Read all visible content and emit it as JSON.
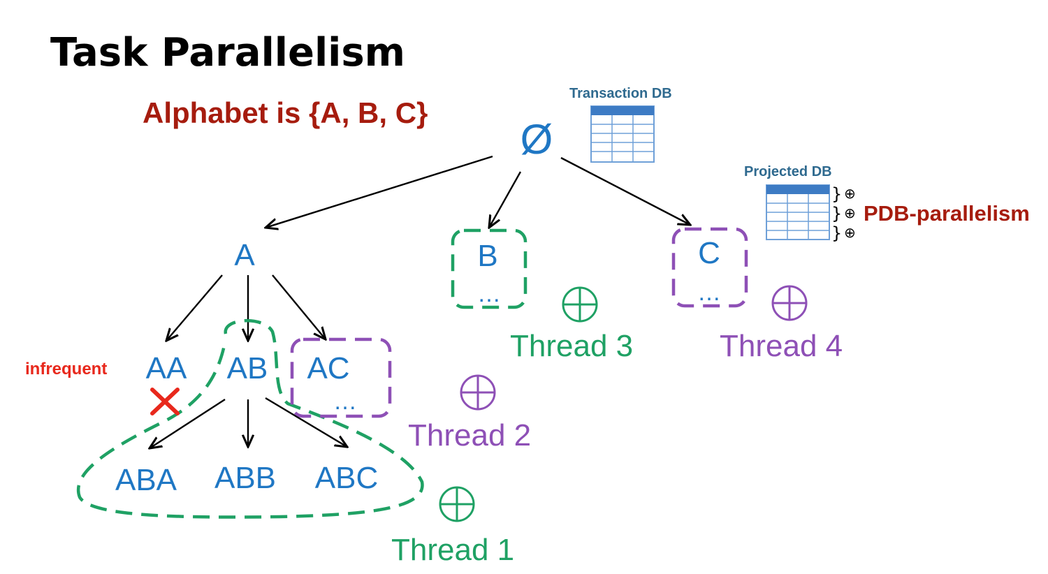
{
  "slide": {
    "title": "Task Parallelism",
    "subtitle": "Alphabet is {A, B, C}"
  },
  "colors": {
    "title": "#000000",
    "subtitle": "#a61c0e",
    "node": "#1f77c4",
    "green": "#1fa164",
    "purple": "#8e50b6",
    "red": "#e8281c",
    "db_header": "#3d7bc4",
    "db_grid": "#6fa0d8",
    "db_label": "#2f6a8f"
  },
  "tree": {
    "root": "Ø",
    "level1": [
      "A",
      "B",
      "C"
    ],
    "level2": [
      "AA",
      "AB",
      "AC"
    ],
    "level3": [
      "ABA",
      "ABB",
      "ABC"
    ],
    "ellipsis": "…"
  },
  "annotations": {
    "infrequent": "infrequent",
    "pdb_parallelism": "PDB-parallelism"
  },
  "databases": {
    "transaction": "Transaction DB",
    "projected": "Projected DB"
  },
  "threads": [
    "Thread 1",
    "Thread 2",
    "Thread 3",
    "Thread 4"
  ],
  "symbols": {
    "oplus": "⊕",
    "brace": "}"
  }
}
